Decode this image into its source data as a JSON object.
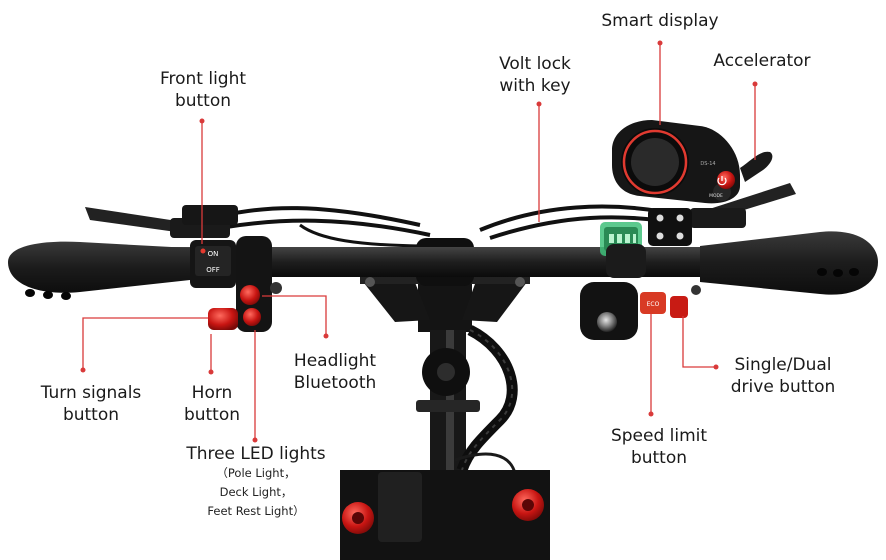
{
  "colors": {
    "leader": "#d93a3a",
    "button_red": "#e0201c",
    "body": "#1b1b1b",
    "display_green": "#3fbf7a"
  },
  "labels": {
    "smart_display": "Smart display",
    "accelerator": "Accelerator",
    "volt_lock_1": "Volt lock",
    "volt_lock_2": "with key",
    "front_light_1": "Front light",
    "front_light_2": "button",
    "turn_signals_1": "Turn signals",
    "turn_signals_2": "button",
    "horn_1": "Horn",
    "horn_2": "button",
    "headlight_1": "Headlight",
    "headlight_2": "Bluetooth",
    "three_led": "Three LED lights",
    "pole_light": "（Pole Light，",
    "deck_light": "Deck Light，",
    "feet_rest_light": "Feet Rest Light）",
    "single_dual_1": "Single/Dual",
    "single_dual_2": "drive button",
    "speed_limit_1": "Speed limit",
    "speed_limit_2": "button"
  },
  "device_text": {
    "switch_on": "ON",
    "switch_off": "OFF",
    "display_model": "DS-14",
    "mode": "MODE",
    "speed_btn": "ECO"
  }
}
